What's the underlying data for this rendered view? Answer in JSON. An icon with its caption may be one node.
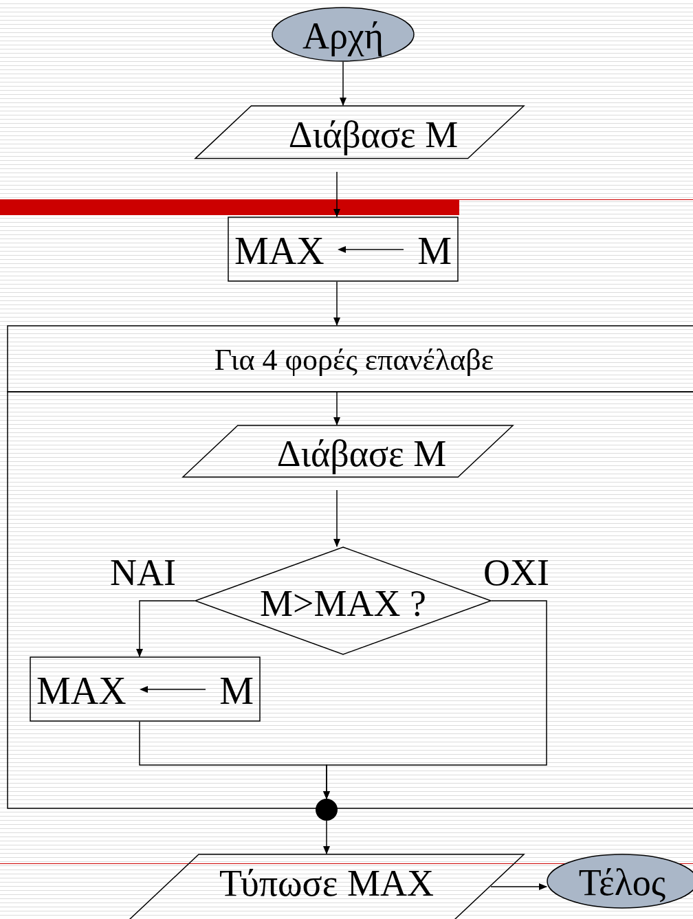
{
  "diagram": {
    "nodes": [
      {
        "text": [
          "Αρχή"
        ]
      },
      {
        "text": [
          "Διάβασε Μ"
        ]
      },
      {
        "text": [
          "MAX",
          "M"
        ]
      },
      {
        "text": [
          "Για 4 φορές επανέλαβε"
        ]
      },
      {
        "text": [],
        "shape": "box"
      },
      {
        "text": [
          "Διάβασε Μ"
        ],
        "in": 4
      },
      {
        "text": [
          "M>MAX ?"
        ],
        "in": 4
      },
      {
        "text": [
          "MAX",
          "M"
        ],
        "in": 4
      },
      {
        "text": [],
        "shape": "circle"
      },
      {
        "text": [
          "Τύπωσε MAX"
        ]
      },
      {
        "text": [
          "Τέλος"
        ]
      }
    ],
    "edges": [
      {
        "from": 0,
        "to": 1,
        "arrow": "to"
      },
      {
        "from": 1,
        "to": 2,
        "arrow": "to"
      },
      {
        "from": 2,
        "to": 3,
        "arrow": "to"
      },
      {
        "from": 3,
        "to": 5,
        "arrow": "to"
      },
      {
        "from": 5,
        "to": 6,
        "arrow": "to"
      },
      {
        "from": 6,
        "to": 7,
        "arrow": "to",
        "label": "ΝΑΙ"
      },
      {
        "from": 6,
        "to": 8,
        "arrow": "to",
        "label": "ΟΧΙ"
      },
      {
        "from": 7,
        "to": 8,
        "arrow": "to"
      },
      {
        "from": 8,
        "to": 9,
        "arrow": "to"
      },
      {
        "from": 9,
        "to": 10,
        "arrow": "to"
      }
    ]
  }
}
